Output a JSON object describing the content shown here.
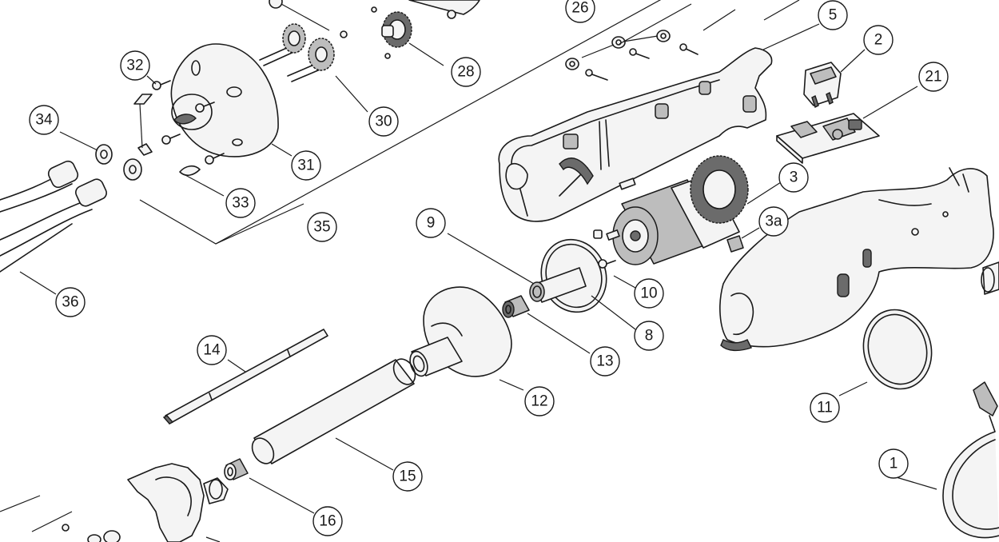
{
  "callouts": [
    {
      "label": "1"
    },
    {
      "label": "2"
    },
    {
      "label": "3"
    },
    {
      "label": "3a"
    },
    {
      "label": "5"
    },
    {
      "label": "8"
    },
    {
      "label": "9"
    },
    {
      "label": "10"
    },
    {
      "label": "11"
    },
    {
      "label": "12"
    },
    {
      "label": "13"
    },
    {
      "label": "14"
    },
    {
      "label": "15"
    },
    {
      "label": "16"
    },
    {
      "label": "21"
    },
    {
      "label": "26"
    },
    {
      "label": "28"
    },
    {
      "label": "30"
    },
    {
      "label": "31"
    },
    {
      "label": "32"
    },
    {
      "label": "33"
    },
    {
      "label": "34"
    },
    {
      "label": "35"
    },
    {
      "label": "36"
    }
  ]
}
